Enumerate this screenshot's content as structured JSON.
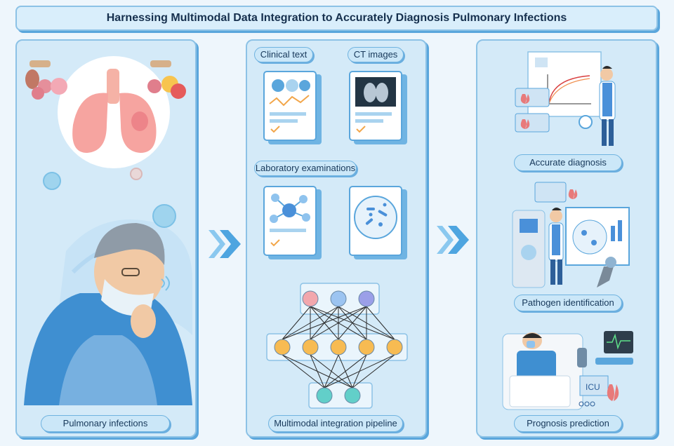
{
  "title": "Harnessing Multimodal Data Integration to Accurately Diagnosis Pulmonary Infections",
  "left_panel": {
    "label": "Pulmonary infections"
  },
  "middle_panel": {
    "clinical_text": "Clinical text",
    "ct_images": "CT images",
    "lab_exams": "Laboratory examinations",
    "pipeline": "Multimodal integration pipeline"
  },
  "right_panel": {
    "accurate_diagnosis": "Accurate diagnosis",
    "pathogen_identification": "Pathogen identification",
    "prognosis_prediction": "Prognosis prediction",
    "icu_label": "ICU"
  },
  "network": {
    "layers": [
      {
        "nodes": [
          "#f2a7ad",
          "#9cc4f1",
          "#9b9fe8"
        ]
      },
      {
        "nodes": [
          "#f7bb52",
          "#f7bb52",
          "#f7bb52",
          "#f7bb52",
          "#f7bb52"
        ]
      },
      {
        "nodes": [
          "#62cfc9",
          "#62cfc9"
        ]
      }
    ]
  },
  "colors": {
    "accent": "#5aa6dc",
    "panel": "#d4eaf8",
    "text": "#16304e"
  }
}
